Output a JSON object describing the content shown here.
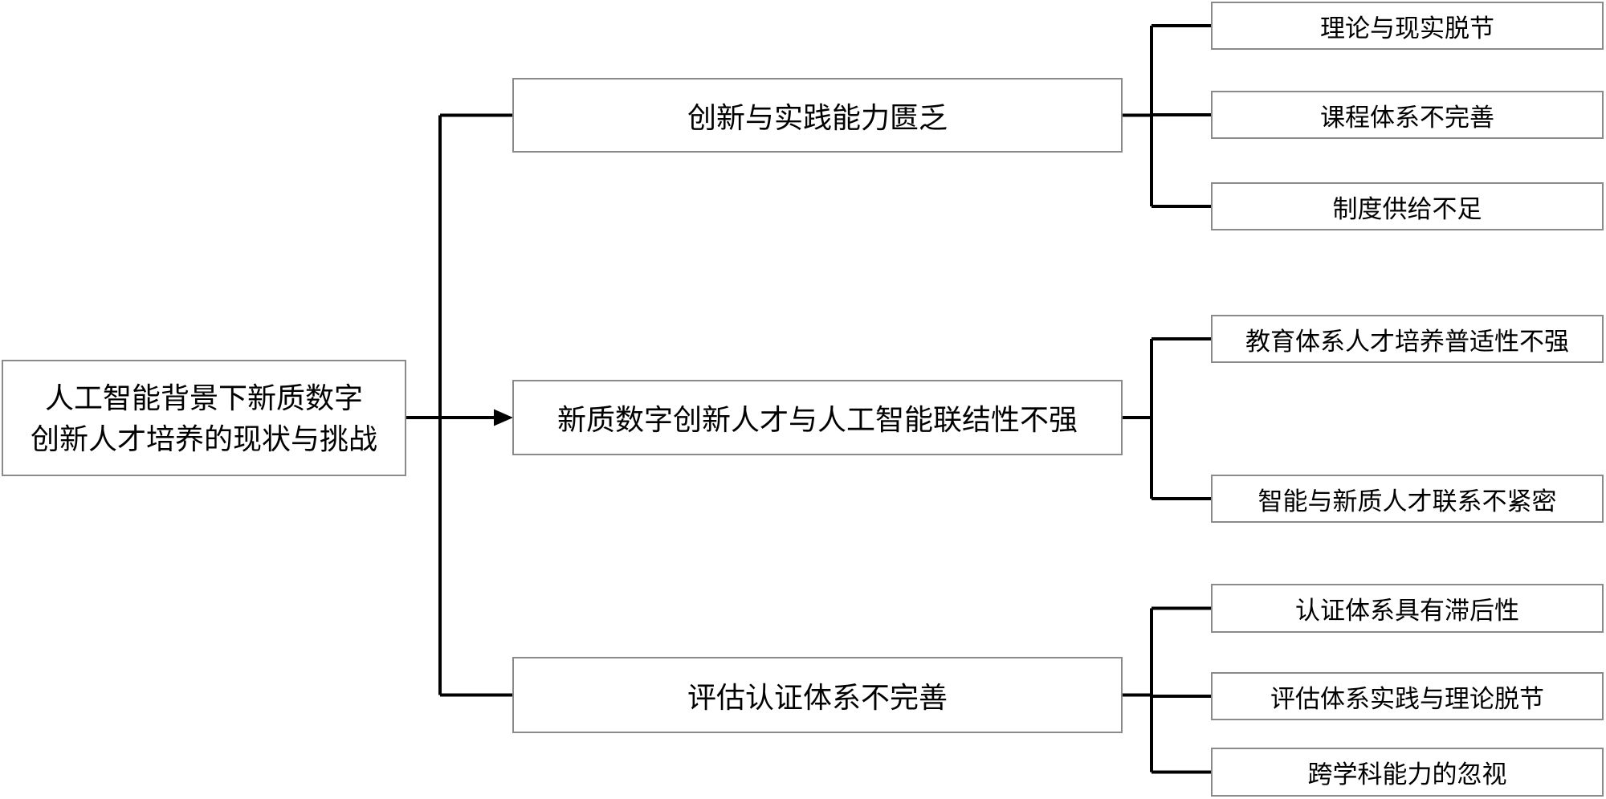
{
  "diagram": {
    "title": "人工智能背景下新质数字创新人才培养的现状与挑战",
    "root": {
      "label": "人工智能背景下新质数字创新人才培养的现状与挑战",
      "line1": "人工智能背景下新质数字",
      "line2": "创新人才培养的现状与挑战"
    },
    "branches": [
      {
        "label": "创新与实践能力匮乏",
        "children": [
          "理论与现实脱节",
          "课程体系不完善",
          "制度供给不足"
        ]
      },
      {
        "label": "新质数字创新人才与人工智能联结性不强",
        "children": [
          "教育体系人才培养普适性不强",
          "智能与新质人才联系不紧密"
        ]
      },
      {
        "label": "评估认证体系不完善",
        "children": [
          "认证体系具有滞后性",
          "评估体系实践与理论脱节",
          "跨学科能力的忽视"
        ]
      }
    ],
    "colors": {
      "background": "#ffffff",
      "box_border": "#8a8a8a",
      "connector_line": "#000000",
      "text": "#000000"
    }
  }
}
